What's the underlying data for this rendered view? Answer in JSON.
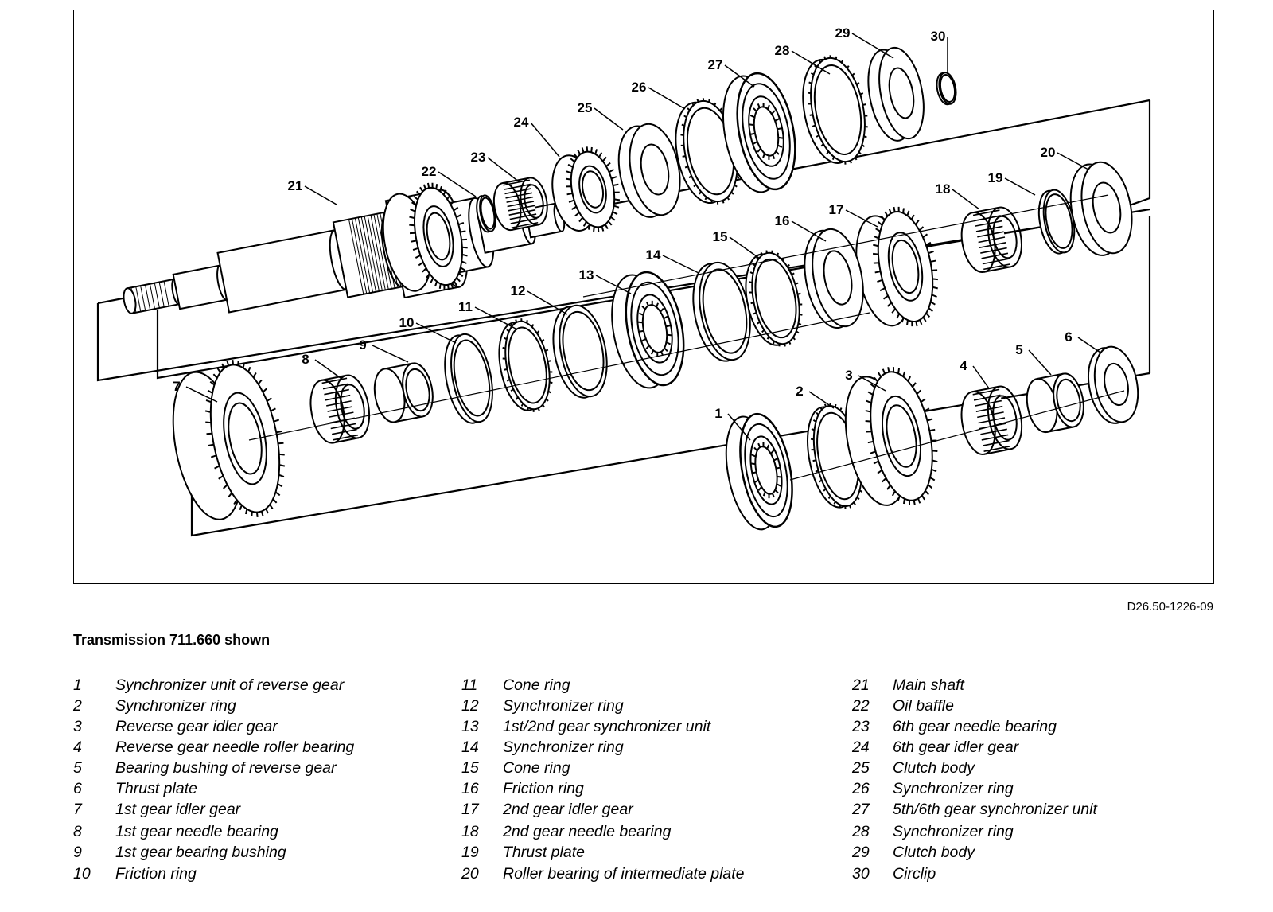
{
  "figure_code": "D26.50-1226-09",
  "caption": "Transmission 711.660 shown",
  "callouts": [
    "1",
    "2",
    "3",
    "4",
    "5",
    "6",
    "7",
    "8",
    "9",
    "10",
    "11",
    "12",
    "13",
    "14",
    "15",
    "16",
    "17",
    "18",
    "19",
    "20",
    "21",
    "22",
    "23",
    "24",
    "25",
    "26",
    "27",
    "28",
    "29",
    "30"
  ],
  "parts": [
    {
      "num": "1",
      "name": "Synchronizer unit of reverse gear"
    },
    {
      "num": "2",
      "name": "Synchronizer ring"
    },
    {
      "num": "3",
      "name": "Reverse gear idler gear"
    },
    {
      "num": "4",
      "name": "Reverse gear needle roller bearing"
    },
    {
      "num": "5",
      "name": "Bearing bushing of reverse gear"
    },
    {
      "num": "6",
      "name": "Thrust plate"
    },
    {
      "num": "7",
      "name": "1st gear idler gear"
    },
    {
      "num": "8",
      "name": "1st gear needle bearing"
    },
    {
      "num": "9",
      "name": "1st gear bearing bushing"
    },
    {
      "num": "10",
      "name": "Friction ring"
    },
    {
      "num": "11",
      "name": "Cone ring"
    },
    {
      "num": "12",
      "name": "Synchronizer ring"
    },
    {
      "num": "13",
      "name": "1st/2nd gear synchronizer unit"
    },
    {
      "num": "14",
      "name": "Synchronizer ring"
    },
    {
      "num": "15",
      "name": "Cone ring"
    },
    {
      "num": "16",
      "name": "Friction ring"
    },
    {
      "num": "17",
      "name": "2nd gear idler gear"
    },
    {
      "num": "18",
      "name": "2nd gear needle bearing"
    },
    {
      "num": "19",
      "name": "Thrust plate"
    },
    {
      "num": "20",
      "name": "Roller bearing of intermediate plate"
    },
    {
      "num": "21",
      "name": "Main shaft"
    },
    {
      "num": "22",
      "name": "Oil baffle"
    },
    {
      "num": "23",
      "name": "6th gear needle bearing"
    },
    {
      "num": "24",
      "name": "6th gear idler gear"
    },
    {
      "num": "25",
      "name": "Clutch body"
    },
    {
      "num": "26",
      "name": "Synchronizer ring"
    },
    {
      "num": "27",
      "name": "5th/6th gear synchronizer unit"
    },
    {
      "num": "28",
      "name": "Synchronizer ring"
    },
    {
      "num": "29",
      "name": "Clutch body"
    },
    {
      "num": "30",
      "name": "Circlip"
    }
  ]
}
